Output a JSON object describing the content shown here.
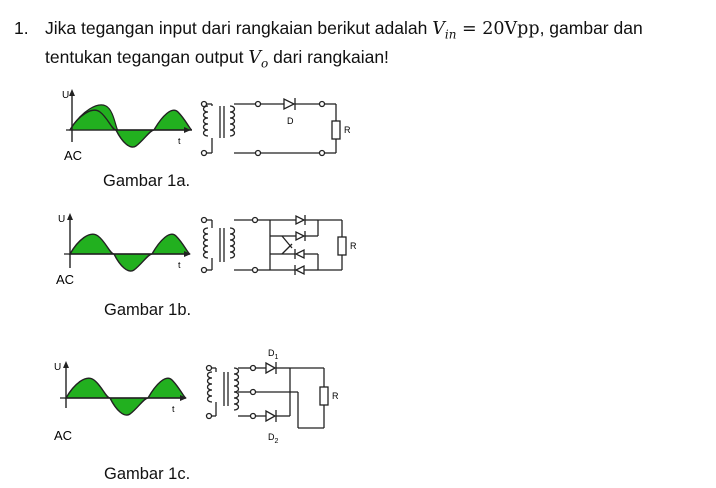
{
  "question": {
    "number": "1.",
    "text_before": "Jika tegangan input dari rangkaian berikut adalah",
    "vin_symbol": "V",
    "vin_sub": "in",
    "vin_value": "= 20Vpp",
    "text_after": ", gambar dan",
    "line2_before": "tentukan tegangan output",
    "vo_symbol": "V",
    "vo_sub": "o",
    "line2_after": "dari rangkaian!"
  },
  "figures": [
    {
      "caption": "Gambar 1a.",
      "axis_u": "U",
      "axis_t": "t",
      "source_label": "AC",
      "diode_label": "D",
      "load_label": "R"
    },
    {
      "caption": "Gambar 1b.",
      "axis_u": "U",
      "axis_t": "t",
      "source_label": "AC",
      "load_label": "R"
    },
    {
      "caption": "Gambar 1c.",
      "axis_u": "U",
      "axis_t": "t",
      "source_label": "AC",
      "diode1_label": "D",
      "diode1_sub": "1",
      "diode2_label": "D",
      "diode2_sub": "2",
      "load_label": "R"
    }
  ],
  "colors": {
    "wave_fill": "#22b01f",
    "line": "#222222"
  }
}
